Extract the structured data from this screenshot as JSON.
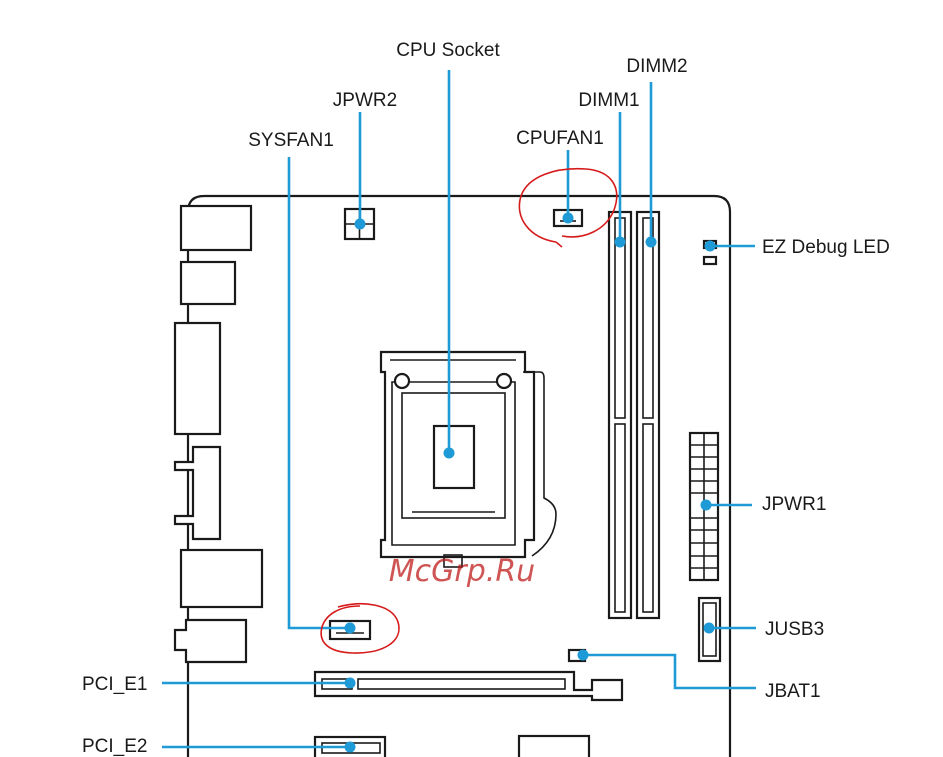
{
  "colors": {
    "leader": "#1e9bd7",
    "outline": "#1a1a1a",
    "marker": "#d61b1b",
    "watermark": "#c01c1c"
  },
  "labels": {
    "cpu_socket": "CPU Socket",
    "dimm2": "DIMM2",
    "jpwr2": "JPWR2",
    "dimm1": "DIMM1",
    "sysfan1": "SYSFAN1",
    "cpufan1": "CPUFAN1",
    "ez_debug_led": "EZ Debug LED",
    "jpwr1": "JPWR1",
    "jusb3": "JUSB3",
    "pci_e1": "PCI_E1",
    "jbat1": "JBAT1",
    "pci_e2": "PCI_E2"
  },
  "watermark": "McGrp.Ru"
}
